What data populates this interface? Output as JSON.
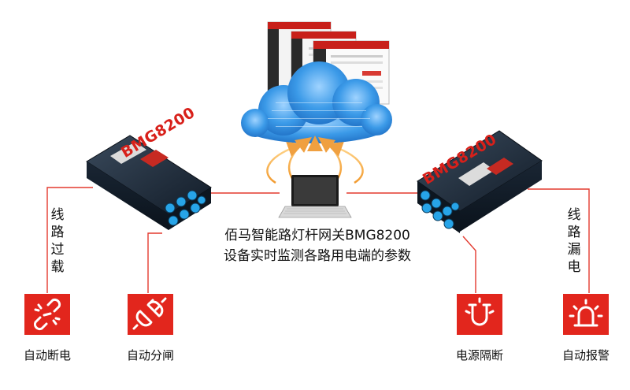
{
  "gateway_left": {
    "model": "BMG8200"
  },
  "gateway_right": {
    "model": "BMG8200"
  },
  "left_vertical_label": "线路过载",
  "right_vertical_label": "线路漏电",
  "center_caption": {
    "line1": "佰马智能路灯杆网关BMG8200",
    "line2": "设备实时监测各路用电端的参数"
  },
  "actions": [
    {
      "label": "自动断电",
      "icon": "broken-link-icon"
    },
    {
      "label": "自动分闸",
      "icon": "unplug-icon"
    },
    {
      "label": "电源隔断",
      "icon": "isolate-magnet-icon"
    },
    {
      "label": "自动报警",
      "icon": "alarm-light-icon"
    }
  ],
  "colors": {
    "accent_red": "#e2261d",
    "line_red": "#e33a2f",
    "cloud_blue": "#2a8fe3",
    "arrow_orange": "#f0b050",
    "device_body": "#1b2a3a"
  }
}
